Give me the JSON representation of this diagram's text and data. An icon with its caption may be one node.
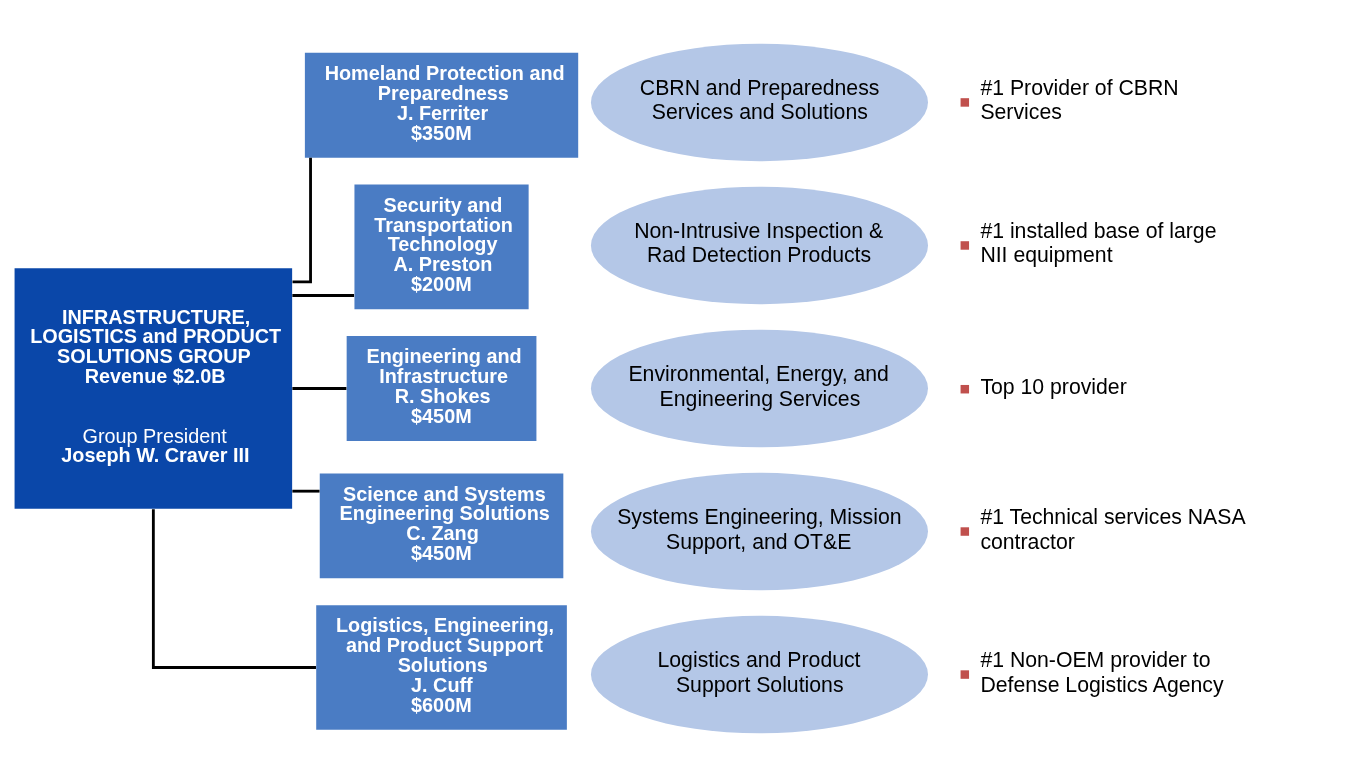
{
  "diagram": {
    "nodes": [
      {
        "text": [
          "INFRASTRUCTURE, LOGISTICS and PRODUCT SOLUTIONS GROUP",
          "Revenue $2.0B",
          "Group President",
          "Joseph W. Craver III"
        ]
      },
      {
        "text": [
          "Homeland Protection and Preparedness",
          "J. Ferriter",
          "$350M"
        ]
      },
      {
        "text": [
          "Security and Transportation Technology",
          "A. Preston",
          "$200M"
        ]
      },
      {
        "text": [
          "Engineering and Infrastructure",
          "R. Shokes",
          "$450M"
        ]
      },
      {
        "text": [
          "Science and Systems Engineering Solutions",
          "C. Zang",
          "$450M"
        ]
      },
      {
        "text": [
          "Logistics, Engineering, and Product Support Solutions",
          "J. Cuff",
          "$600M"
        ]
      },
      {
        "text": [
          "CBRN and Preparedness Services and Solutions"
        ],
        "beside": [
          "#1 Provider of CBRN Services"
        ]
      },
      {
        "text": [
          "Non-Intrusive Inspection & Rad Detection Products"
        ],
        "beside": [
          "#1 installed base of large NII equipment"
        ]
      },
      {
        "text": [
          "Environmental, Energy, and Engineering Services"
        ],
        "beside": [
          "Top 10 provider"
        ]
      },
      {
        "text": [
          "Systems Engineering, Mission Support, and OT&E"
        ],
        "beside": [
          "#1 Technical services NASA contractor"
        ]
      },
      {
        "text": [
          "Logistics and Product Support Solutions"
        ],
        "beside": [
          "#1 Non-OEM provider to Defense Logistics Agency"
        ]
      }
    ],
    "edges": [
      {
        "from": 0,
        "to": 1,
        "arrow": "none"
      },
      {
        "from": 0,
        "to": 2,
        "arrow": "none"
      },
      {
        "from": 0,
        "to": 3,
        "arrow": "none"
      },
      {
        "from": 0,
        "to": 4,
        "arrow": "none"
      },
      {
        "from": 0,
        "to": 5,
        "arrow": "none"
      }
    ]
  }
}
